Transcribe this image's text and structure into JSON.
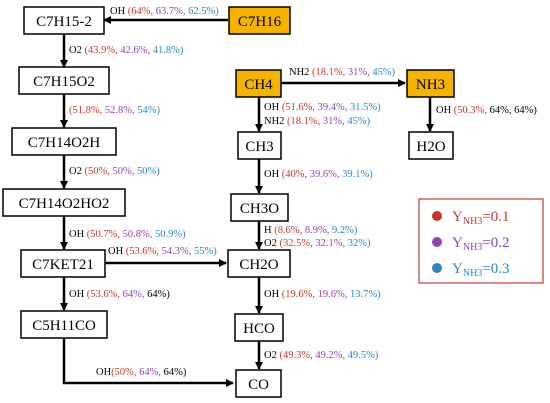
{
  "colors": {
    "highlight": "#f5b300",
    "c1": "#c0392b",
    "c2": "#8e44ad",
    "c3": "#2e86c1",
    "legend_border": "#c0392b"
  },
  "nodes": {
    "c7h16": "C7H16",
    "c7h15_2": "C7H15-2",
    "c7h15o2": "C7H15O2",
    "c7h14o2h": "C7H14O2H",
    "c7h14o2ho2": "C7H14O2HO2",
    "c7ket21": "C7KET21",
    "c5h11co": "C5H11CO",
    "co": "CO",
    "ch4": "CH4",
    "nh3": "NH3",
    "ch3": "CH3",
    "h2o": "H2O",
    "ch3o": "CH3O",
    "ch2o": "CH2O",
    "hco": "HCO"
  },
  "edges": {
    "c7h16_c7h15": {
      "species": "OH",
      "v1": "(64%,",
      "v2": " 63.7%,",
      "v3": " 62.5%)"
    },
    "c7h15_c7h15o2": {
      "species": "O2",
      "v1": "(43.9%,",
      "v2": " 42.6%,",
      "v3": " 41.8%)"
    },
    "c7h15o2_c7h14o2h": {
      "species": "",
      "v1": "(51.8%,",
      "v2": " 52.8%,",
      "v3": " 54%)"
    },
    "c7h14o2h_c7h14o2ho2": {
      "species": "O2",
      "v1": "(50%,",
      "v2": " 50%,",
      "v3": " 50%)"
    },
    "c7h14o2ho2_c7ket21": {
      "species": "OH",
      "v1": "(50.7%,",
      "v2": " 50.8%,",
      "v3": " 50.9%)"
    },
    "c7ket21_ch2o": {
      "species": "OH",
      "v1": "(53.6%,",
      "v2": " 54.3%,",
      "v3": " 55%)"
    },
    "c7ket21_c5h11co": {
      "species": "OH",
      "v1": "(53.6%,",
      "v2": " 64%,",
      "v3": " 64%)"
    },
    "c5h11co_co": {
      "species": "OH",
      "v1": "(50%,",
      "v2": " 64%,",
      "v3": " 64%)"
    },
    "ch4_nh3": {
      "species": "NH2",
      "v1": "(18.1%,",
      "v2": " 31%,",
      "v3": " 45%)"
    },
    "ch4_ch3_oh": {
      "species": "OH",
      "v1": "(51.6%,",
      "v2": " 39.4%,",
      "v3": " 31.5%)"
    },
    "ch4_ch3_nh2": {
      "species": "NH2",
      "v1": "(18.1%,",
      "v2": " 31%,",
      "v3": " 45%)"
    },
    "nh3_h2o": {
      "species": "OH",
      "v1": "(50.3%,",
      "v2": " 64%,",
      "v3": " 64%)"
    },
    "ch3_ch3o": {
      "species": "OH",
      "v1": "(40%,",
      "v2": " 39.6%,",
      "v3": " 39.1%)"
    },
    "ch3o_ch2o_h": {
      "species": "H",
      "v1": "(8.6%,",
      "v2": " 8.9%,",
      "v3": " 9.2%)"
    },
    "ch3o_ch2o_o2": {
      "species": "O2",
      "v1": "(32.5%,",
      "v2": " 32.1%,",
      "v3": " 32%)"
    },
    "ch2o_hco": {
      "species": "OH",
      "v1": "(19.6%,",
      "v2": " 19.6%,",
      "v3": " 13.7%)"
    },
    "hco_co": {
      "species": "O2",
      "v1": "(49.3%,",
      "v2": " 49.2%,",
      "v3": " 49.5%)"
    }
  },
  "legend": [
    {
      "label": "Y",
      "sub": "NH3",
      "value": "=0.1",
      "color": "#c0392b"
    },
    {
      "label": "Y",
      "sub": "NH3",
      "value": "=0.2",
      "color": "#8e44ad"
    },
    {
      "label": "Y",
      "sub": "NH3",
      "value": "=0.3",
      "color": "#2e86c1"
    }
  ]
}
